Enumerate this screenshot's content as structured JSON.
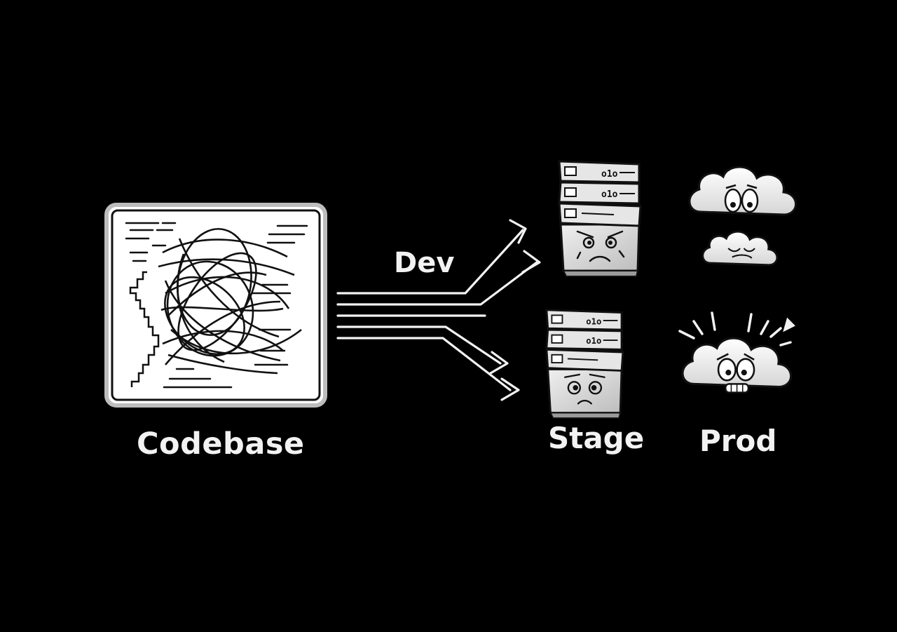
{
  "labels": {
    "codebase": "Codebase",
    "dev": "Dev",
    "stage": "Stage",
    "prod": "Prod"
  },
  "server_text": "o1o",
  "colors": {
    "background": "#000000",
    "foreground": "#f2f2f2",
    "panel": "#ffffff",
    "server_body": "#d8d8d8"
  },
  "icons": [
    "codebase-icon",
    "server-stack-icon",
    "cloud-icon"
  ]
}
